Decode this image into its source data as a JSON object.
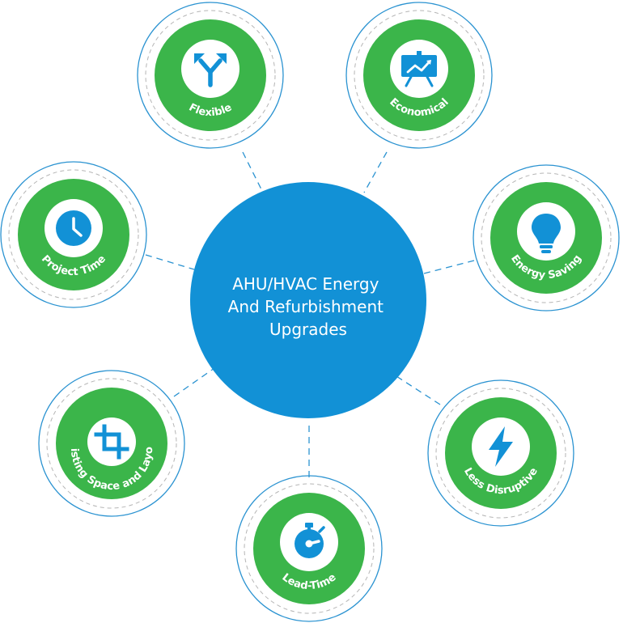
{
  "center": {
    "lines": [
      "AHU/HVAC Energy",
      "And Refurbishment",
      "Upgrades"
    ]
  },
  "nodes": [
    {
      "id": "flexible",
      "label": "Flexible",
      "icon": "split-arrows-icon"
    },
    {
      "id": "economical",
      "label": "Economical",
      "icon": "presentation-chart-icon"
    },
    {
      "id": "energy-saving",
      "label": "Energy Saving",
      "icon": "lightbulb-icon"
    },
    {
      "id": "less-disruptive",
      "label": "Less Disruptive",
      "icon": "lightning-icon"
    },
    {
      "id": "lead-time",
      "label": "Lead-Time",
      "icon": "stopwatch-icon"
    },
    {
      "id": "existing-space",
      "label": "Existing Space and Layout",
      "icon": "crop-icon"
    },
    {
      "id": "project-time",
      "label": "Project Time",
      "icon": "clock-icon"
    }
  ],
  "colors": {
    "center": "#1291d6",
    "node_green": "#3bb54a",
    "accent_blue": "#1291d6",
    "outer_ring": "#2b93d1",
    "dashed_ring": "#b5b5b5",
    "connector": "#2b93d1"
  }
}
